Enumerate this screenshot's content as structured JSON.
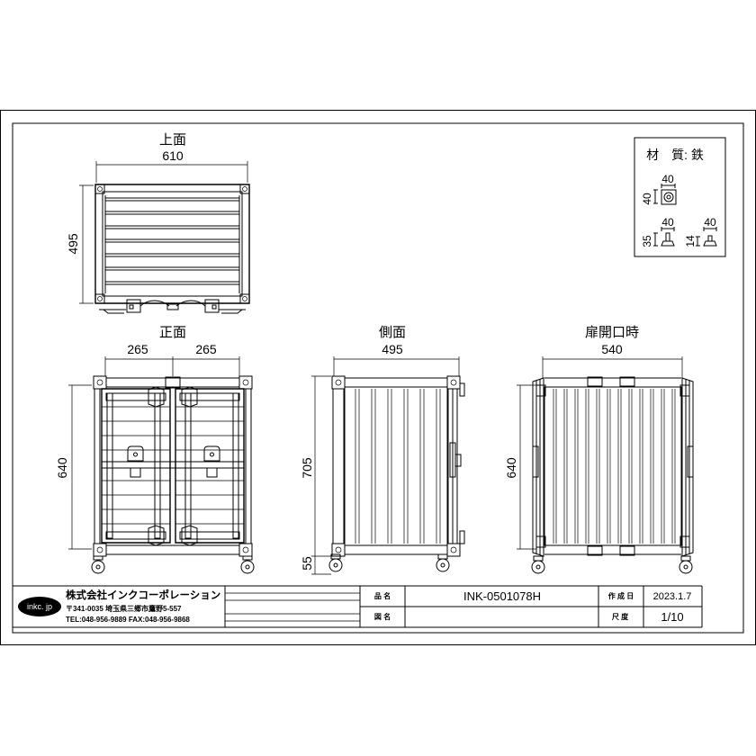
{
  "views": {
    "top": {
      "title": "上面",
      "dim_width": "610",
      "dim_depth": "495"
    },
    "front": {
      "title": "正面",
      "dim_left": "265",
      "dim_right": "265",
      "dim_height": "640"
    },
    "side": {
      "title": "側面",
      "dim_width": "495",
      "dim_height": "705",
      "dim_caster": "55"
    },
    "open": {
      "title": "扉開口時",
      "dim_width": "540",
      "dim_height": "640"
    }
  },
  "material": {
    "label": "材　質: 鉄",
    "fittings": [
      {
        "width": "40",
        "height": "40"
      },
      {
        "width": "40",
        "height": "35"
      },
      {
        "width": "40",
        "height": "14"
      }
    ]
  },
  "title_block": {
    "logo": "inkc. jp",
    "company": "株式会社インクコーポレーション",
    "address": "〒341-0035 埼玉県三郷市鷹野5-557",
    "contact": "TEL:048-956-9889  FAX:048-956-9868",
    "product_name_label": "品 名",
    "product_name": "INK-0501078H",
    "drawing_name_label": "図 名",
    "created_label": "作 成 日",
    "created": "2023.1.7",
    "scale_label": "尺 度",
    "scale": "1/10"
  }
}
